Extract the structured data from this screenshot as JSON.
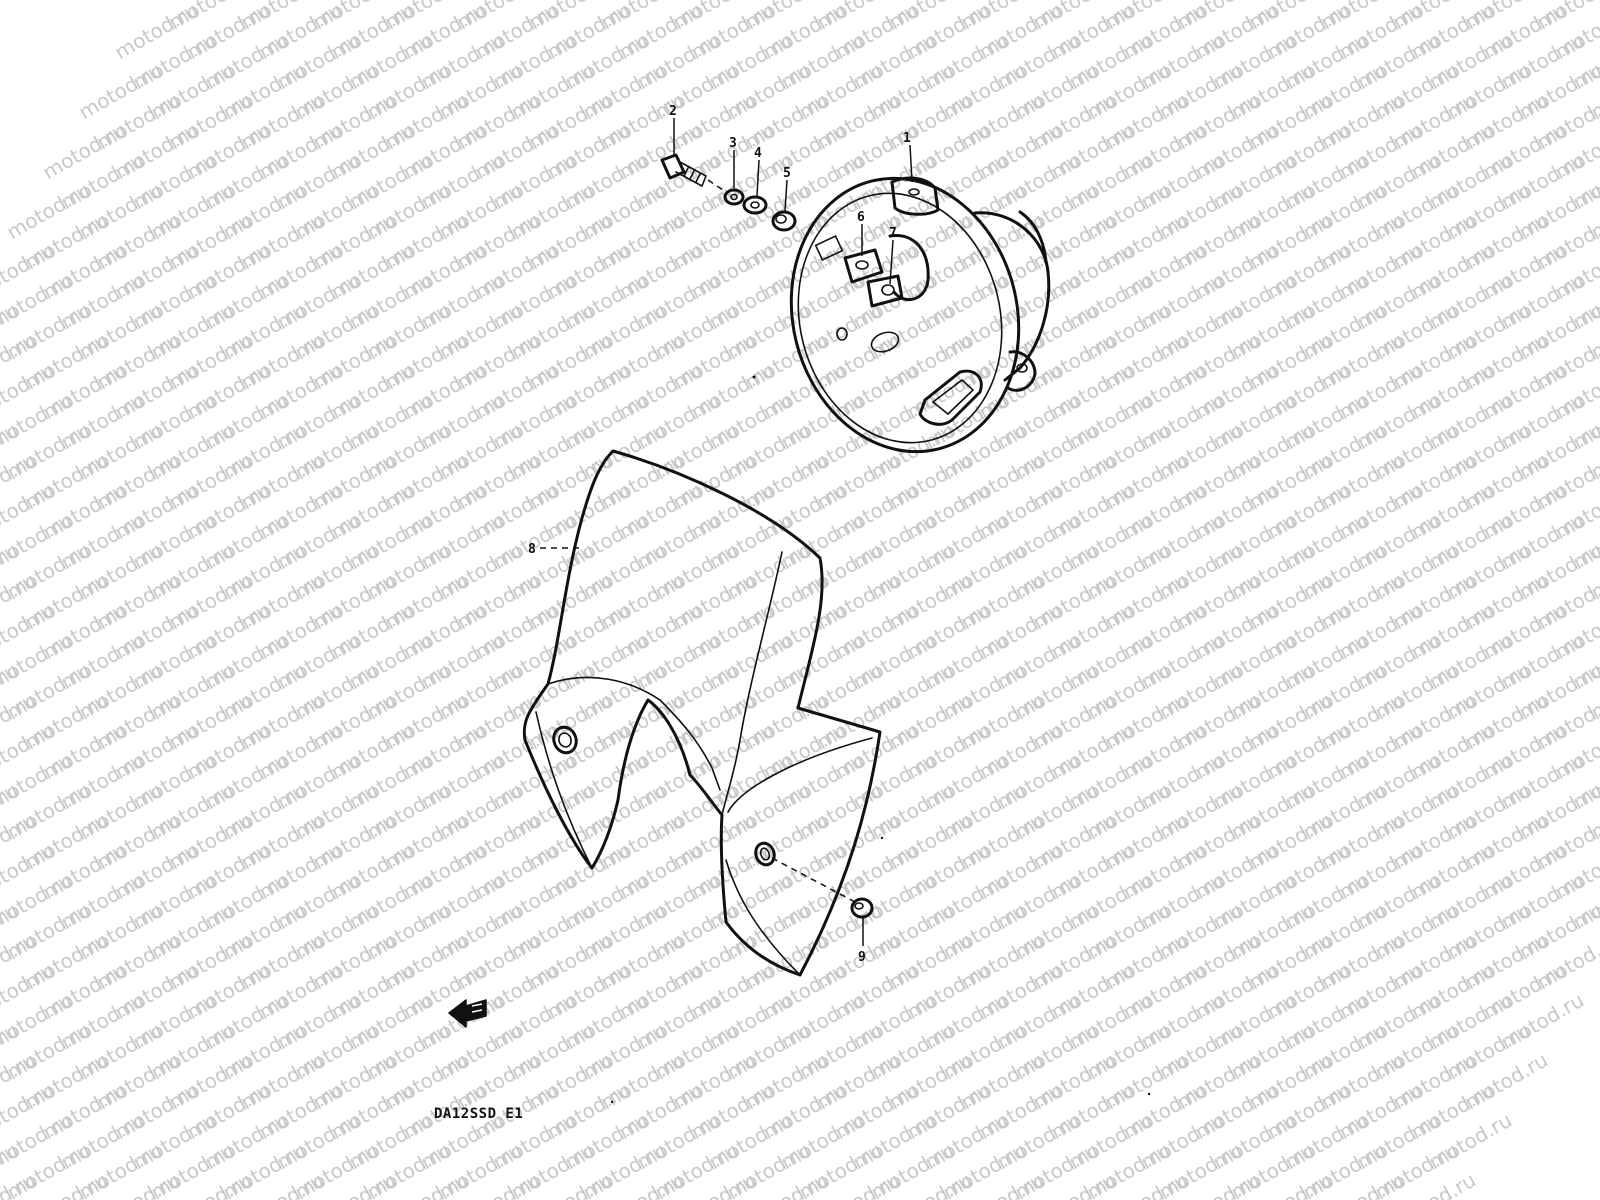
{
  "watermark": {
    "text": "motod.ru"
  },
  "diagram": {
    "code": "DA12SSD E1",
    "callouts": {
      "c1": "1",
      "c2": "2",
      "c3": "3",
      "c4": "4",
      "c5": "5",
      "c6": "6",
      "c7": "7",
      "c8": "8",
      "c9": "9"
    }
  },
  "colors": {
    "ink": "#111111",
    "watermark": "#c8c8c8",
    "background": "#ffffff"
  },
  "icons": {
    "front_arrow": "arrow-left-icon"
  }
}
